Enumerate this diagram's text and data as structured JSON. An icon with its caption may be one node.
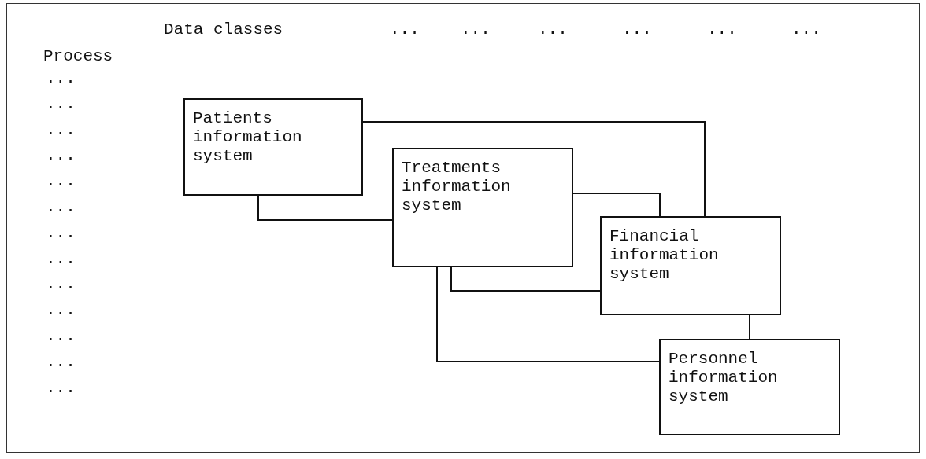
{
  "diagram": {
    "nodes": [
      {
        "text": [
          "Patients information system"
        ]
      },
      {
        "text": [
          "Treatments information system"
        ]
      },
      {
        "text": [
          "Financial information system"
        ]
      },
      {
        "text": [
          "Personnel information system"
        ]
      }
    ],
    "edges": [
      {
        "from": 0,
        "to": 2,
        "arrow": "none"
      },
      {
        "from": 0,
        "to": 1,
        "arrow": "none"
      },
      {
        "from": 1,
        "to": 2,
        "arrow": "none"
      },
      {
        "from": 1,
        "to": 2,
        "arrow": "none"
      },
      {
        "from": 1,
        "to": 3,
        "arrow": "none"
      },
      {
        "from": 2,
        "to": 3,
        "arrow": "none"
      }
    ],
    "labels": [
      "Data classes",
      "...",
      "...",
      "...",
      "...",
      "...",
      "...",
      "Process",
      "...",
      "...",
      "...",
      "...",
      "...",
      "...",
      "...",
      "...",
      "...",
      "...",
      "...",
      "...",
      "..."
    ]
  }
}
